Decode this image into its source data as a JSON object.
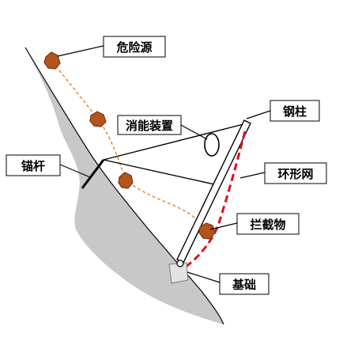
{
  "labels": {
    "hazard_source": "危险源",
    "energy_absorber": "消能装置",
    "steel_post": "钢柱",
    "anchor_rod": "锚杆",
    "ring_net": "环形网",
    "intercepted_object": "拦截物",
    "foundation": "基础"
  },
  "colors": {
    "slope_fill": "#c8c8c8",
    "rock": "#b4541c",
    "rock_dark": "#7a3210",
    "rock_path": "#e8883a",
    "net": "#e0101a",
    "line": "#000000"
  }
}
